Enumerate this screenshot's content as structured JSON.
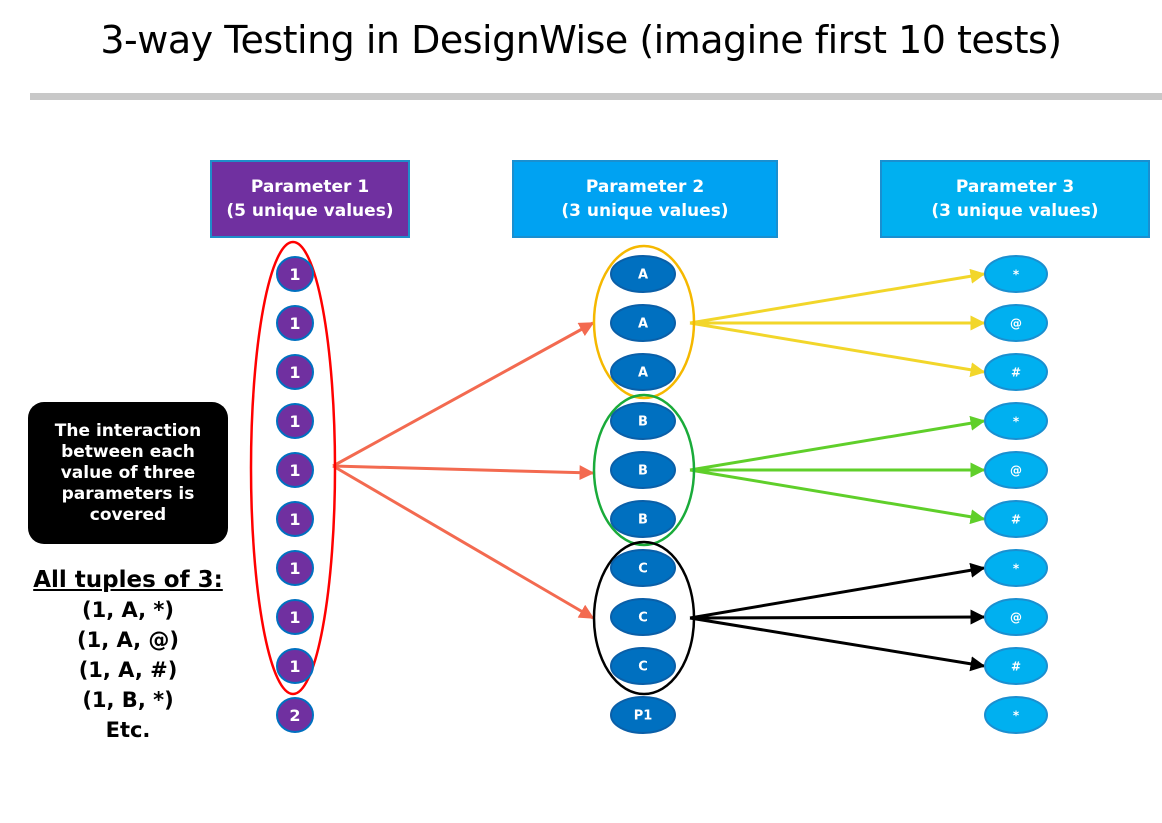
{
  "title": "3-way Testing in DesignWise (imagine first 10 tests)",
  "colors": {
    "purple": "#7030a0",
    "blue_dark": "#0070c0",
    "blue_light": "#00b0f0",
    "red": "#ff0000",
    "coral": "#f36a50",
    "yellow": "#f2d62a",
    "green": "#5fcf2a",
    "black": "#000000"
  },
  "headers": {
    "p1": {
      "line1": "Parameter 1",
      "line2": "(5 unique values)"
    },
    "p2": {
      "line1": "Parameter 2",
      "line2": "(3 unique values)"
    },
    "p3": {
      "line1": "Parameter 3",
      "line2": "(3 unique values)"
    }
  },
  "columns": {
    "p1": [
      "1",
      "1",
      "1",
      "1",
      "1",
      "1",
      "1",
      "1",
      "1",
      "2"
    ],
    "p2": [
      "A",
      "A",
      "A",
      "B",
      "B",
      "B",
      "C",
      "C",
      "C",
      "P1"
    ],
    "p3": [
      "*",
      "@",
      "#",
      "*",
      "@",
      "#",
      "*",
      "@",
      "#",
      "*"
    ]
  },
  "callout": "The interaction between each value of three parameters is covered",
  "tuples": {
    "heading": "All tuples of 3:",
    "items": [
      "(1, A, *)",
      "(1, A, @)",
      "(1, A, #)",
      "(1, B, *)",
      "Etc."
    ]
  }
}
